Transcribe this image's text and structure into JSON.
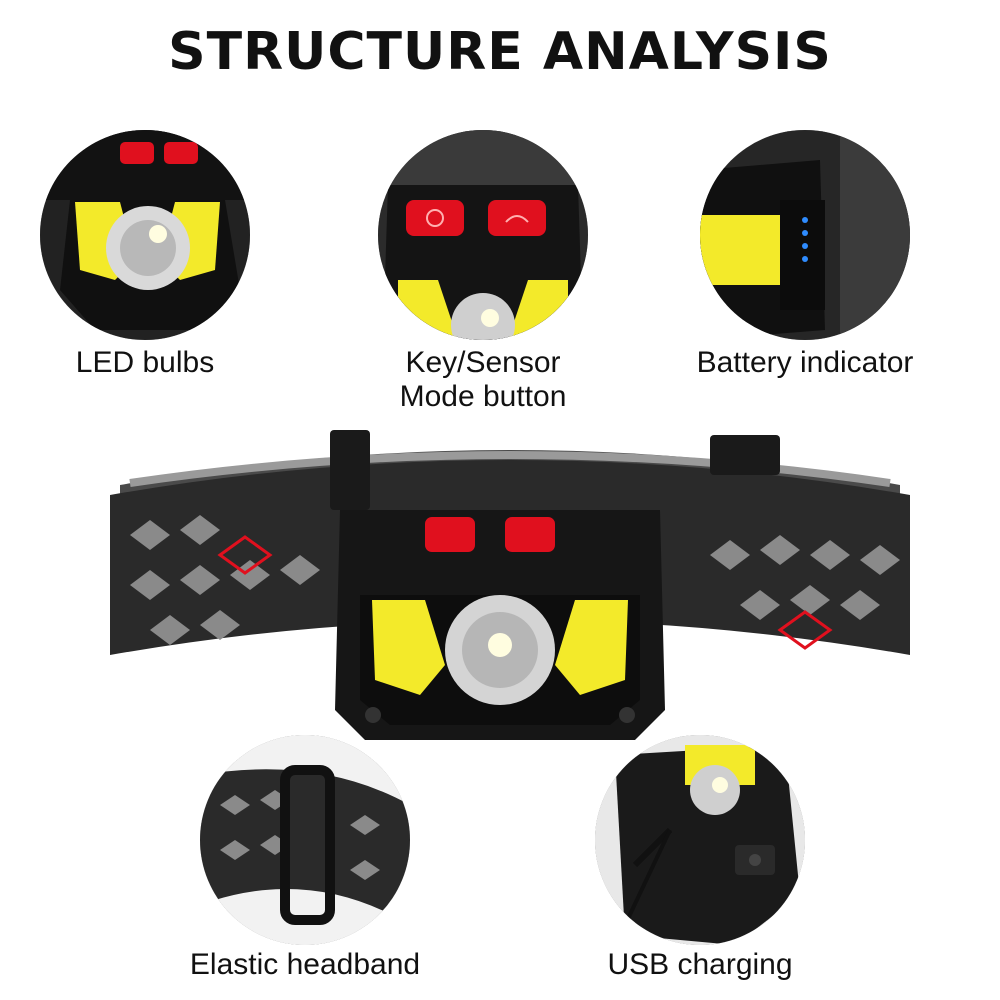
{
  "title": "STRUCTURE ANALYSIS",
  "features": {
    "led": "LED bulbs",
    "key_line1": "Key/Sensor",
    "key_line2": "Mode button",
    "battery": "Battery indicator",
    "headband": "Elastic headband",
    "usb": "USB charging"
  },
  "colors": {
    "button_red": "#e0101e",
    "cob_yellow": "#f3ea2a",
    "housing": "#161616",
    "band_gray": "#8a8a8a",
    "indicator_blue": "#2f8cff"
  },
  "icons": [
    "power-icon",
    "sensor-wave-icon"
  ]
}
